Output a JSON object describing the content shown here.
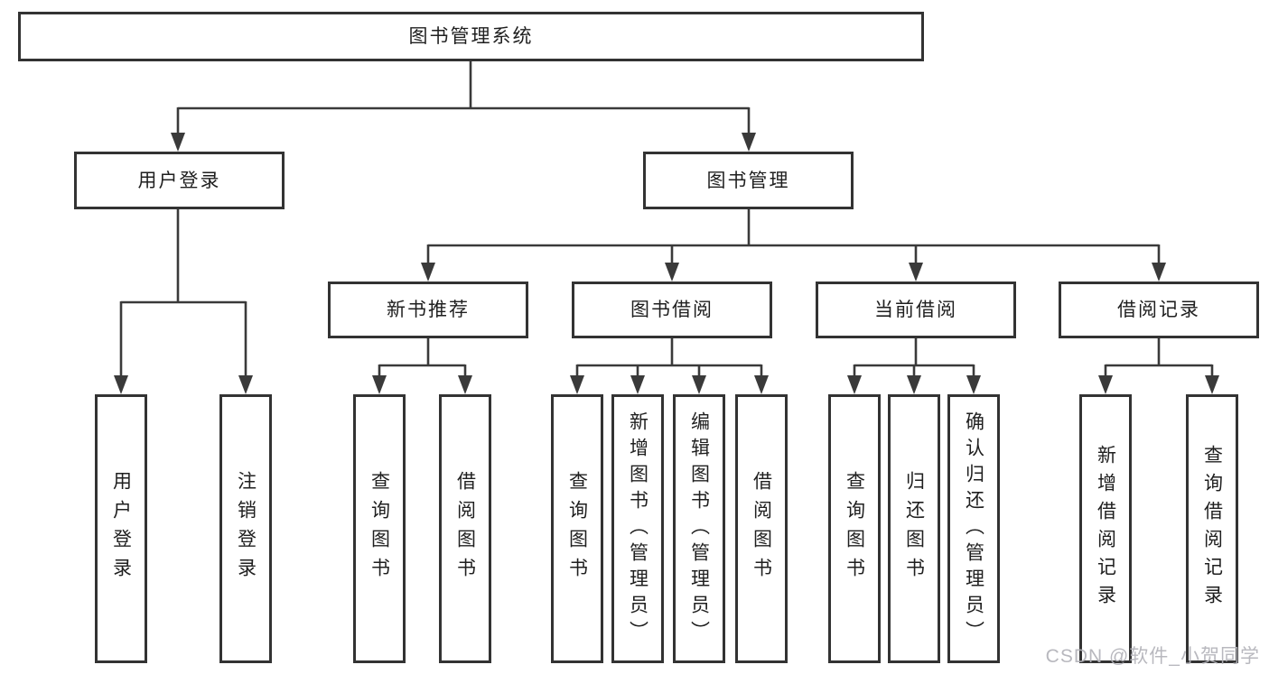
{
  "diagram": {
    "type": "tree",
    "root": "图书管理系统",
    "level2": {
      "user_login": "用户登录",
      "book_mgmt": "图书管理"
    },
    "level3": {
      "new_book_rec": "新书推荐",
      "book_borrow": "图书借阅",
      "current_borrow": "当前借阅",
      "borrow_records": "借阅记录"
    },
    "leaves": {
      "user_login": [
        "用户登录",
        "注销登录"
      ],
      "new_book_rec": [
        "查询图书",
        "借阅图书"
      ],
      "book_borrow": [
        "查询图书",
        "新增图书（管理员）",
        "编辑图书（管理员）",
        "借阅图书"
      ],
      "current_borrow": [
        "查询图书",
        "归还图书",
        "确认归还（管理员）"
      ],
      "borrow_records": [
        "新增借阅记录",
        "查询借阅记录"
      ]
    }
  },
  "watermark": {
    "text": "CSDN @软件_小贺同学"
  },
  "colors": {
    "line": "#3a3a3a",
    "box_border": "#333333",
    "box_fill": "#ffffff",
    "text": "#1f1f1f",
    "watermark": "#b2b2b8",
    "background": "#ffffff"
  }
}
